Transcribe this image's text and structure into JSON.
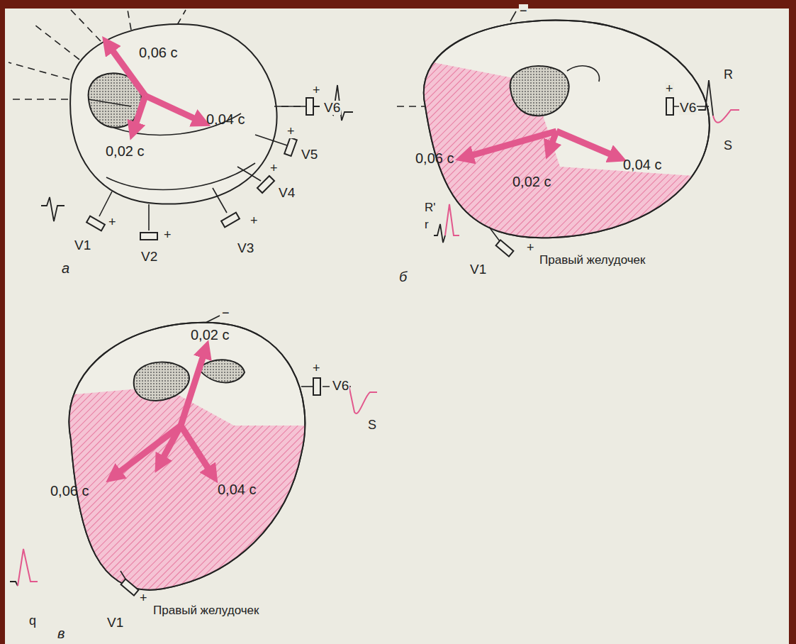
{
  "diagram": {
    "labels": [
      "0,06 с",
      "0,02 с",
      "0,04 с",
      "V6",
      "+",
      "V5",
      "+",
      "V4",
      "+",
      "V3",
      "+",
      "V1",
      "+",
      "V2",
      "+",
      "а",
      "−",
      "0,06 с",
      "0,02 с",
      "0,04 с",
      "V6",
      "+",
      "R",
      "S",
      "R'",
      "r",
      "V1",
      "+",
      "Правый желудочек",
      "б",
      "−",
      "0,02 с",
      "0,06 с",
      "0,04 с",
      "V6",
      "+",
      "S",
      "q",
      "V1",
      "+",
      "Правый желудочек",
      "в"
    ]
  }
}
